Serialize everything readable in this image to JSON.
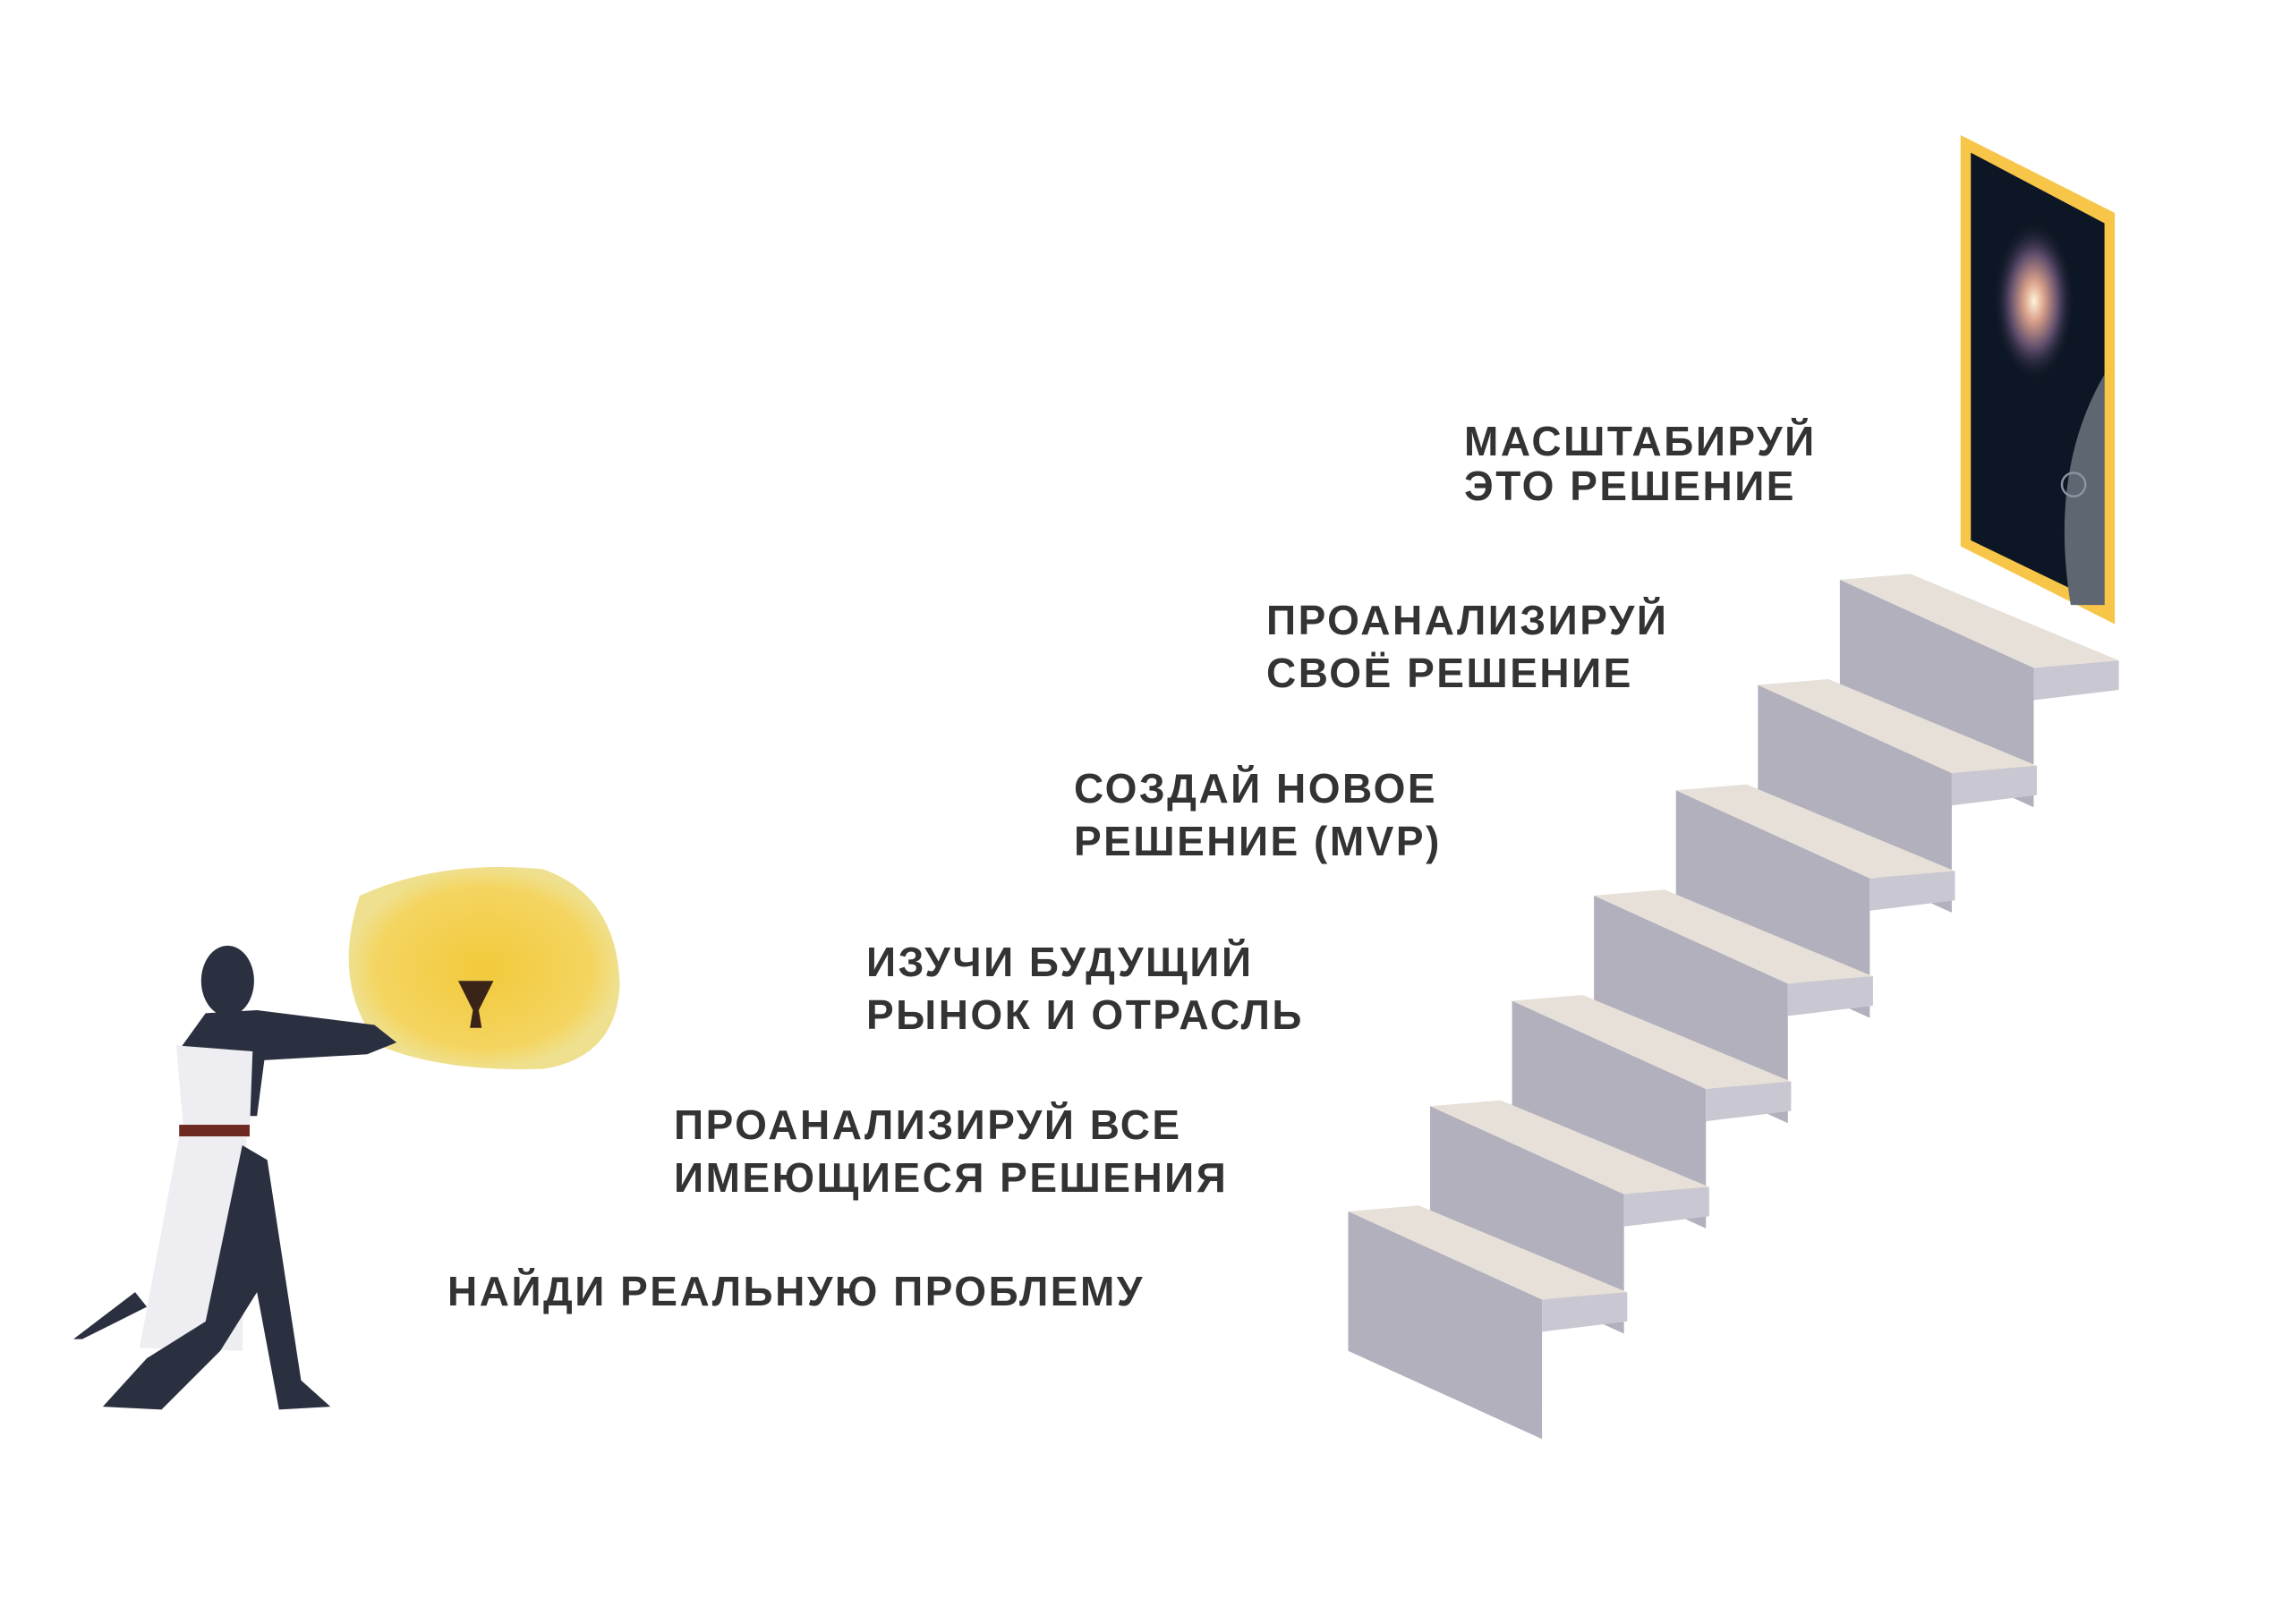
{
  "steps": [
    {
      "line1": "НАЙДИ РЕАЛЬНУЮ ПРОБЛЕМУ",
      "line2": ""
    },
    {
      "line1": "ПРОАНАЛИЗИРУЙ ВСЕ",
      "line2": "ИМЕЮЩИЕСЯ РЕШЕНИЯ"
    },
    {
      "line1": "ИЗУЧИ БУДУЩИЙ",
      "line2": "РЫНОК И ОТРАСЛЬ"
    },
    {
      "line1": "СОЗДАЙ НОВОЕ",
      "line2": "РЕШЕНИЕ (MVP)"
    },
    {
      "line1": "ПРОАНАЛИЗИРУЙ",
      "line2": "СВОЁ РЕШЕНИЕ"
    },
    {
      "line1": "МАСШТАБИРУЙ",
      "line2": "ЭТО РЕШЕНИЕ"
    }
  ],
  "colors": {
    "text": "#333333",
    "portal_frame": "#f7c548",
    "stair_side": "#b1b0bc",
    "stair_tread": "#e6e0d8",
    "space": "#0d1624"
  }
}
